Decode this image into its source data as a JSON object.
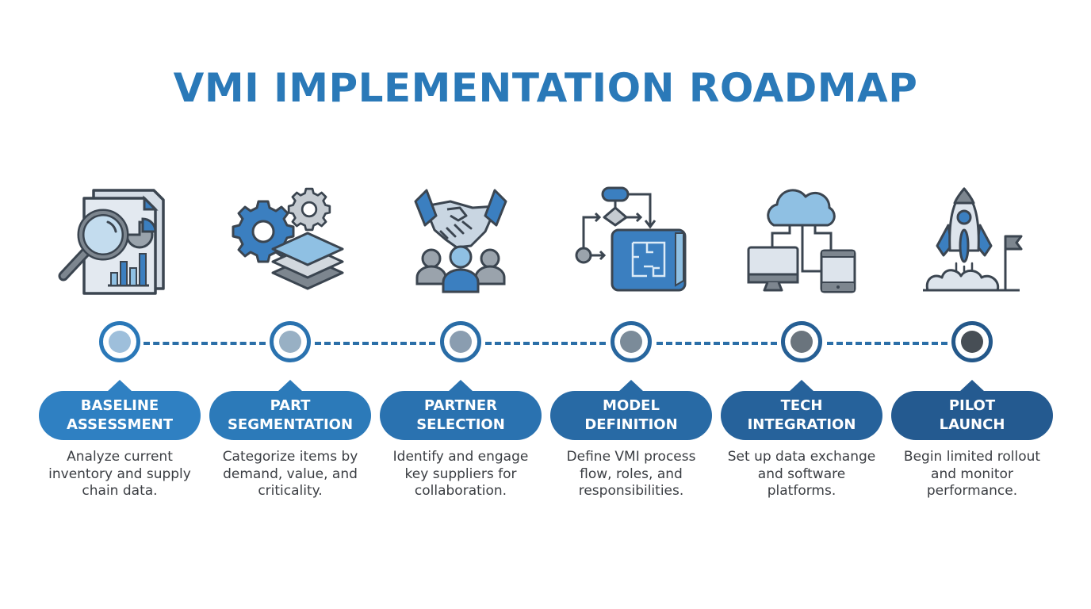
{
  "title": "VMI IMPLEMENTATION ROADMAP",
  "colors": {
    "title": "#2a79b8",
    "connector": "#2b6fa8",
    "icon_outline": "#3b4550",
    "icon_blue": "#3b7fc0",
    "icon_light_blue": "#8fc0e3",
    "icon_gray": "#8c949c",
    "icon_light_gray": "#dde4ec"
  },
  "steps": [
    {
      "id": "baseline",
      "line1": "BASELINE",
      "line2": "ASSESSMENT",
      "desc": [
        "Analyze current",
        "inventory and supply",
        "chain data."
      ],
      "icon": "magnifier-report-icon",
      "pill_color": "#2f80c2",
      "ring_color": "#2a78b8",
      "dot_color": "#9ebfdb"
    },
    {
      "id": "segmentation",
      "line1": "PART",
      "line2": "SEGMENTATION",
      "desc": [
        "Categorize items by",
        "demand, value, and",
        "criticality."
      ],
      "icon": "gears-layers-icon",
      "pill_color": "#2c7ab9",
      "ring_color": "#2a72af",
      "dot_color": "#98b0c4"
    },
    {
      "id": "partner",
      "line1": "PARTNER",
      "line2": "SELECTION",
      "desc": [
        "Identify and engage",
        "key suppliers for",
        "collaboration."
      ],
      "icon": "handshake-team-icon",
      "pill_color": "#2a72b0",
      "ring_color": "#296ca6",
      "dot_color": "#8a9db0"
    },
    {
      "id": "model",
      "line1": "MODEL",
      "line2": "DEFINITION",
      "desc": [
        "Define VMI process",
        "flow, roles, and",
        "responsibilities."
      ],
      "icon": "flowchart-blueprint-icon",
      "pill_color": "#286aa5",
      "ring_color": "#28669e",
      "dot_color": "#7b8b99"
    },
    {
      "id": "tech",
      "line1": "TECH",
      "line2": "INTEGRATION",
      "desc": [
        "Set up data exchange",
        "and software",
        "platforms."
      ],
      "icon": "cloud-devices-icon",
      "pill_color": "#26629b",
      "ring_color": "#265f94",
      "dot_color": "#6a747d"
    },
    {
      "id": "pilot",
      "line1": "PILOT",
      "line2": "LAUNCH",
      "desc": [
        "Begin limited rollout",
        "and monitor",
        "performance."
      ],
      "icon": "rocket-launch-icon",
      "pill_color": "#245a90",
      "ring_color": "#24588a",
      "dot_color": "#474e55"
    }
  ]
}
